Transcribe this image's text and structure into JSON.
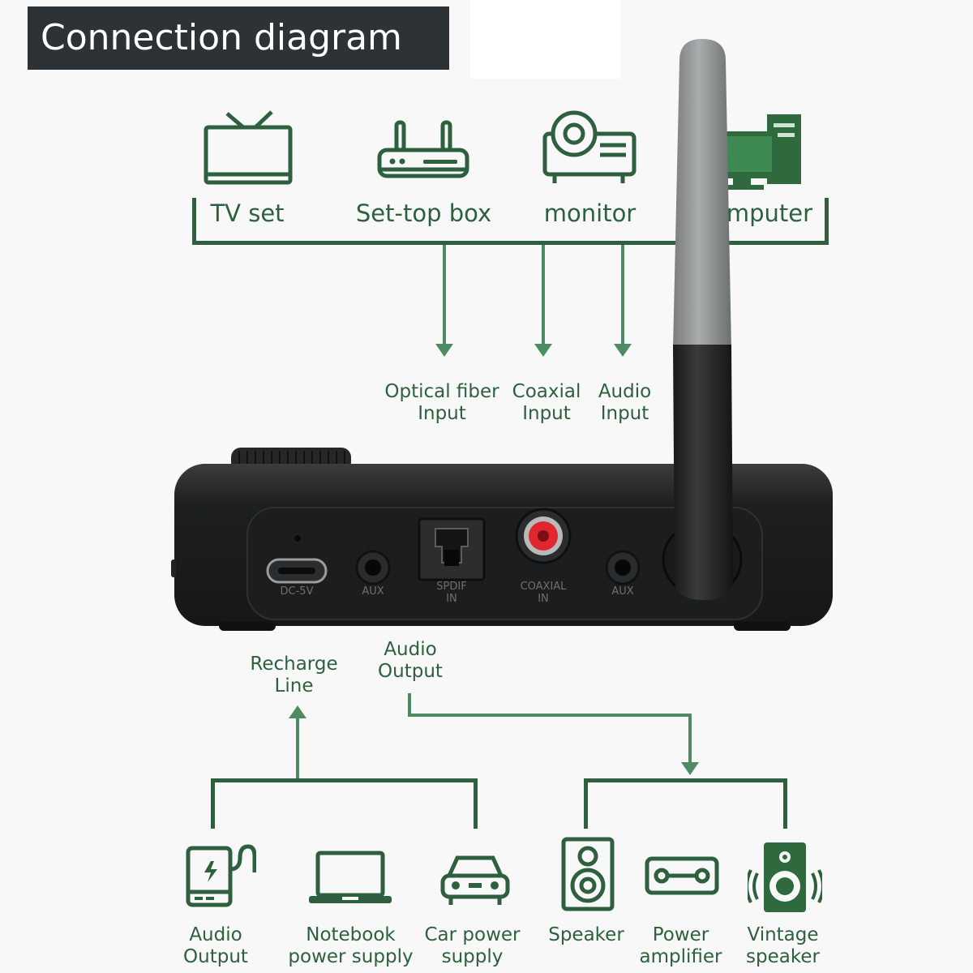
{
  "title": "Connection diagram",
  "colors": {
    "title_bg": "#2d3236",
    "accent": "#2e5f3f",
    "arrow": "#4e8b63",
    "device": "#222222"
  },
  "sources": [
    {
      "label": "TV set",
      "icon": "tv-icon"
    },
    {
      "label": "Set-top box",
      "icon": "router-icon"
    },
    {
      "label": "monitor",
      "icon": "projector-icon"
    },
    {
      "label": "Computer",
      "icon": "computer-icon"
    }
  ],
  "inputs": {
    "optical": [
      "Optical fiber",
      "Input"
    ],
    "coaxial": [
      "Coaxial",
      "Input"
    ],
    "audio": [
      "Audio",
      "Input"
    ]
  },
  "device": {
    "ports": {
      "dc": "DC-5V",
      "aux_left": "AUX",
      "spdif": [
        "SPDIF",
        "IN"
      ],
      "coaxial": [
        "COAXIAL",
        "IN"
      ],
      "aux_right": "AUX"
    }
  },
  "outputs_labels": {
    "recharge": [
      "Recharge",
      "Line"
    ],
    "audio_output": [
      "Audio",
      "Output"
    ]
  },
  "power_sources": [
    {
      "label": [
        "Audio",
        "Output"
      ],
      "icon": "power-bank-icon"
    },
    {
      "label": [
        "Notebook",
        "power supply"
      ],
      "icon": "laptop-icon"
    },
    {
      "label": [
        "Car power",
        "supply"
      ],
      "icon": "car-icon"
    }
  ],
  "speakers": [
    {
      "label": [
        "Speaker"
      ],
      "icon": "speaker-icon"
    },
    {
      "label": [
        "Power",
        "amplifier"
      ],
      "icon": "amplifier-icon"
    },
    {
      "label": [
        "Vintage",
        "speaker"
      ],
      "icon": "vintage-speaker-icon"
    }
  ]
}
